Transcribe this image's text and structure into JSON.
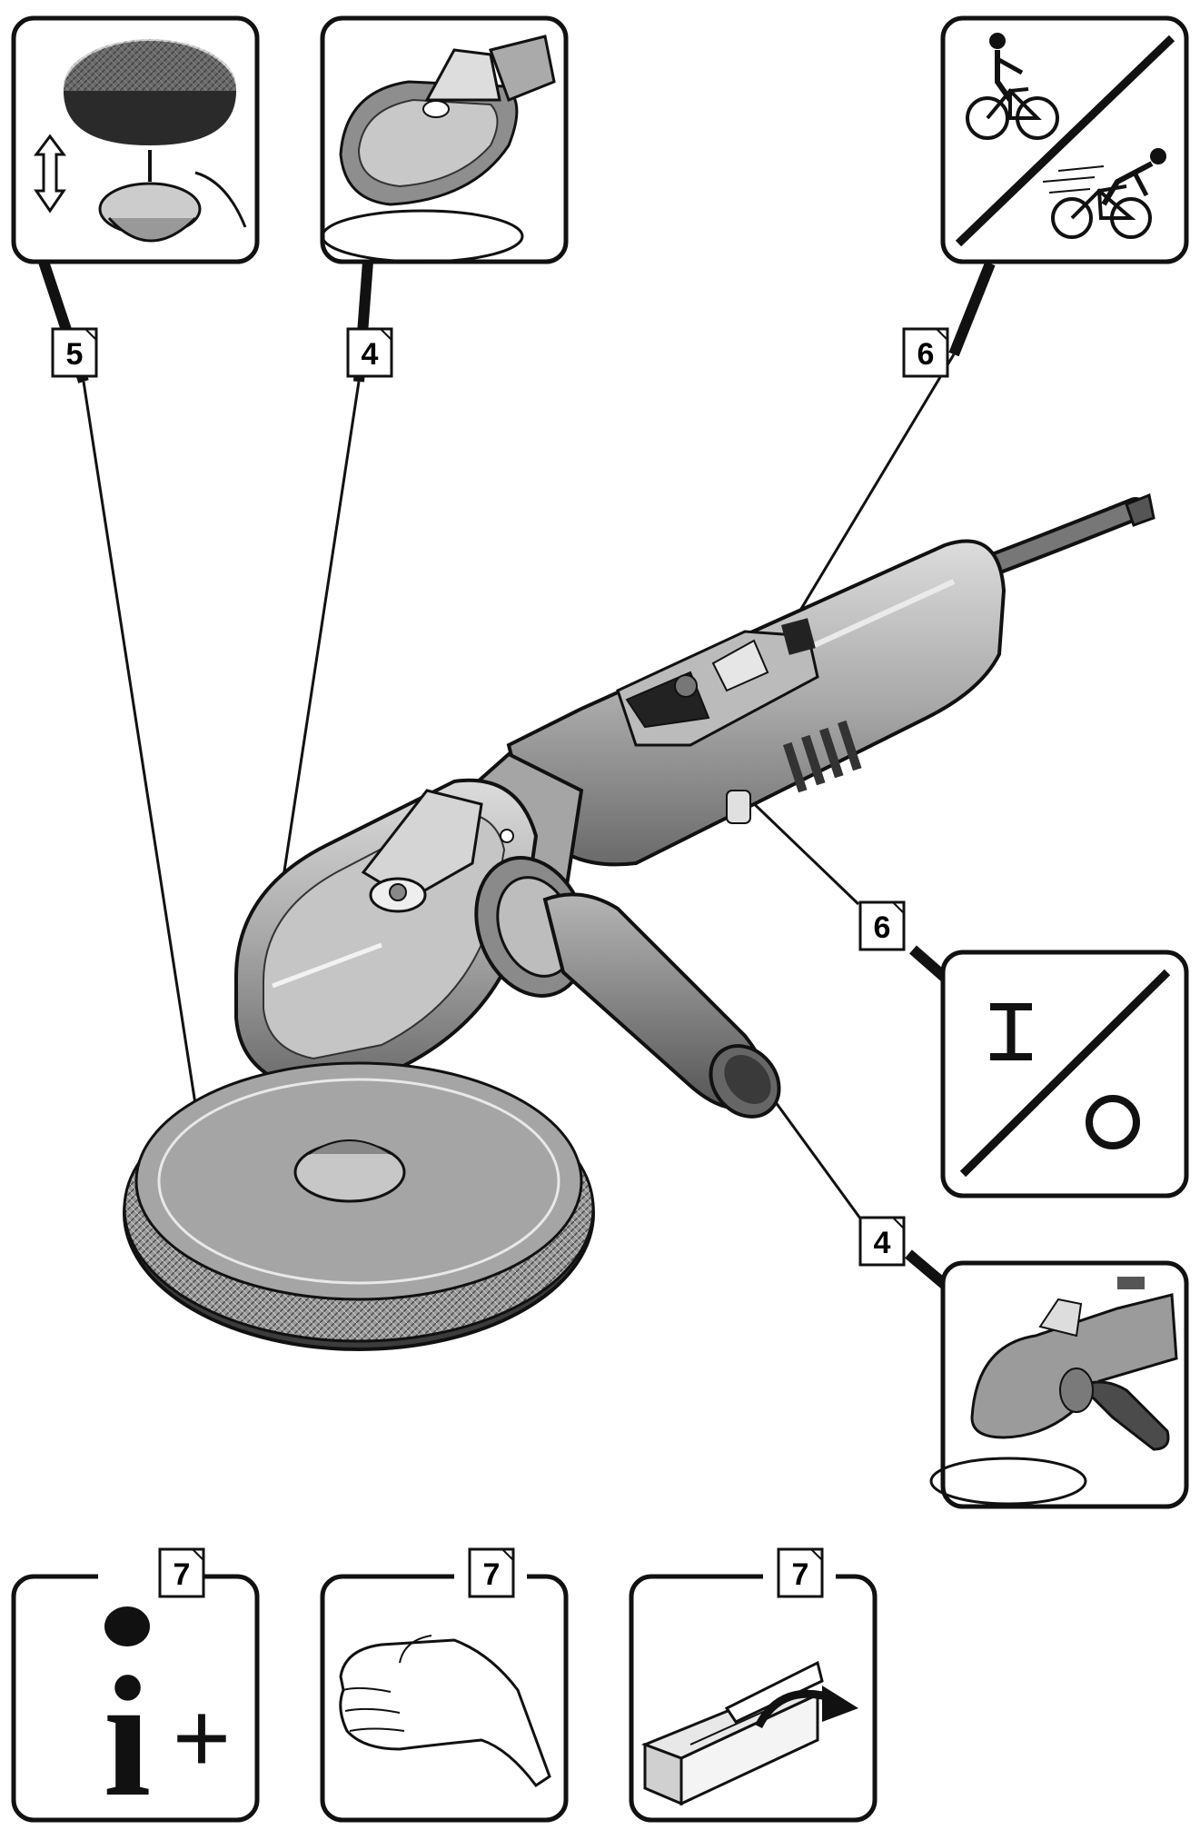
{
  "callouts": {
    "disc_change": "5",
    "gear_head_top": "4",
    "speed_wheel_top": "6",
    "switch_right": "6",
    "handle_right": "4",
    "info_bottom": "7",
    "hand_bottom": "7",
    "package_bottom": "7"
  },
  "panels": {
    "info": {
      "glyph": "i",
      "plus": "+"
    },
    "switch": {
      "on_symbol": "I"
    }
  },
  "icons": {
    "disc_change": "polishing-pad-change-icon",
    "gear_head": "gear-head-icon",
    "speed": "slow-fast-cyclist-icon",
    "switch": "on-off-switch-icon",
    "handle": "side-handle-icon",
    "info": "additional-info-icon",
    "hand": "hand-icon",
    "package": "open-package-icon"
  },
  "colors": {
    "line": "#111111",
    "body_light": "#cfcfcf",
    "body_mid": "#9a9a9a",
    "body_dark": "#5d5d5d",
    "pad": "#a8a8a8"
  }
}
